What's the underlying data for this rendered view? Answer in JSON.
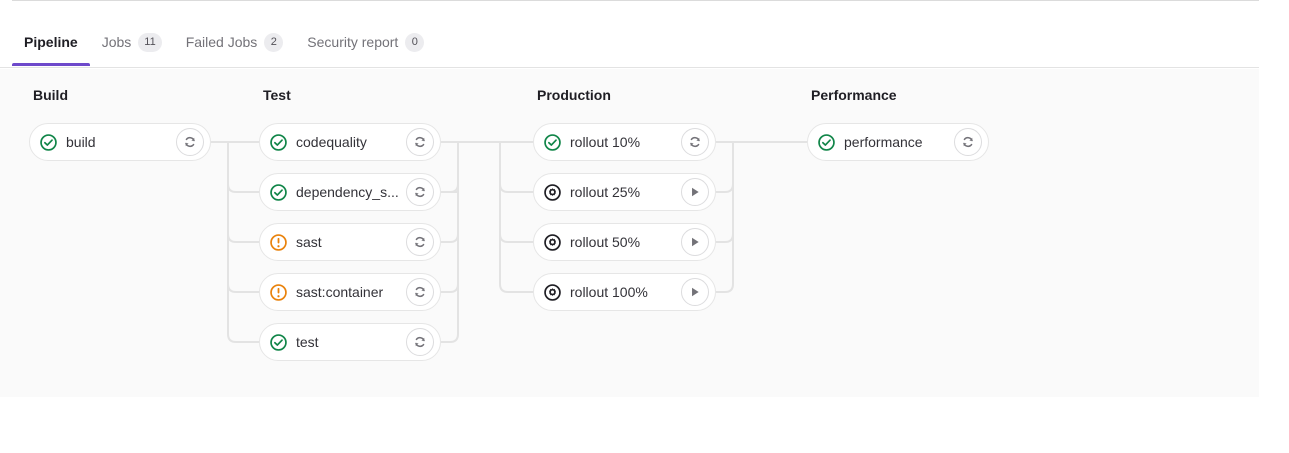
{
  "tabs": [
    {
      "label": "Pipeline",
      "badge": null,
      "active": true,
      "name": "tab-pipeline"
    },
    {
      "label": "Jobs",
      "badge": "11",
      "active": false,
      "name": "tab-jobs"
    },
    {
      "label": "Failed Jobs",
      "badge": "2",
      "active": false,
      "name": "tab-failed-jobs"
    },
    {
      "label": "Security report",
      "badge": "0",
      "active": false,
      "name": "tab-security-report"
    }
  ],
  "colors": {
    "accent": "#6e49cb",
    "success": "#108548",
    "warning": "#e9820b",
    "manual": "#1f1e24",
    "panel_bg": "#fafafa",
    "card_border": "#e6e6e6",
    "connector": "#e3e3e3"
  },
  "stages": [
    {
      "title": "Build",
      "jobs": [
        {
          "name": "build",
          "status": "success",
          "status_icon": "status-success-icon",
          "action": "retry",
          "action_icon": "retry-icon"
        }
      ]
    },
    {
      "title": "Test",
      "jobs": [
        {
          "name": "codequality",
          "status": "success",
          "status_icon": "status-success-icon",
          "action": "retry",
          "action_icon": "retry-icon"
        },
        {
          "name": "dependency_s...",
          "status": "success",
          "status_icon": "status-success-icon",
          "action": "retry",
          "action_icon": "retry-icon"
        },
        {
          "name": "sast",
          "status": "warning",
          "status_icon": "status-warning-icon",
          "action": "retry",
          "action_icon": "retry-icon"
        },
        {
          "name": "sast:container",
          "status": "warning",
          "status_icon": "status-warning-icon",
          "action": "retry",
          "action_icon": "retry-icon"
        },
        {
          "name": "test",
          "status": "success",
          "status_icon": "status-success-icon",
          "action": "retry",
          "action_icon": "retry-icon"
        }
      ]
    },
    {
      "title": "Production",
      "jobs": [
        {
          "name": "rollout 10%",
          "status": "success",
          "status_icon": "status-success-icon",
          "action": "retry",
          "action_icon": "retry-icon"
        },
        {
          "name": "rollout 25%",
          "status": "manual",
          "status_icon": "status-manual-icon",
          "action": "play",
          "action_icon": "play-icon"
        },
        {
          "name": "rollout 50%",
          "status": "manual",
          "status_icon": "status-manual-icon",
          "action": "play",
          "action_icon": "play-icon"
        },
        {
          "name": "rollout 100%",
          "status": "manual",
          "status_icon": "status-manual-icon",
          "action": "play",
          "action_icon": "play-icon"
        }
      ]
    },
    {
      "title": "Performance",
      "jobs": [
        {
          "name": "performance",
          "status": "success",
          "status_icon": "status-success-icon",
          "action": "retry",
          "action_icon": "retry-icon"
        }
      ]
    }
  ]
}
